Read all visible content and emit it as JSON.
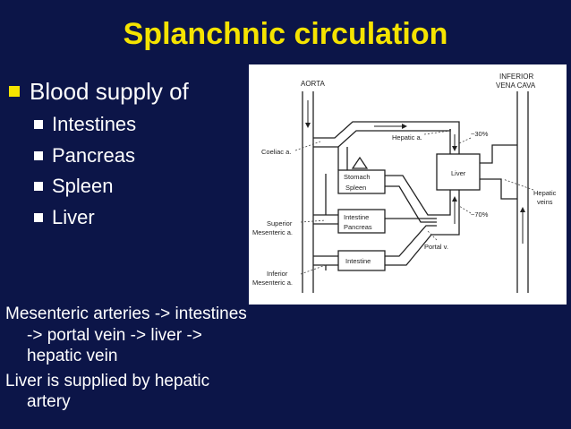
{
  "slide": {
    "title": "Splanchnic circulation",
    "bullet_main": "Blood supply of",
    "sub_bullets": [
      "Intestines",
      "Pancreas",
      "Spleen",
      "Liver"
    ],
    "notes": [
      "Mesenteric arteries -> intestines -> portal vein -> liver -> hepatic vein",
      "Liver is supplied by hepatic artery"
    ]
  },
  "diagram": {
    "aorta": "AORTA",
    "ivc_line1": "INFERIOR",
    "ivc_line2": "VENA CAVA",
    "coeliac": "Coeliac a.",
    "hepatic_a": "Hepatic a.",
    "pct_30": "~30%",
    "pct_70": "~70%",
    "stomach": "Stomach",
    "spleen": "Spleen",
    "liver": "Liver",
    "hepatic_veins_1": "Hepatic",
    "hepatic_veins_2": "veins",
    "intestine_pancreas_1": "Intestine",
    "intestine_pancreas_2": "Pancreas",
    "superior_1": "Superior",
    "superior_2": "Mesenteric a.",
    "portal_v": "Portal v.",
    "inferior_1": "Inferior",
    "inferior_2": "Mesenteric a.",
    "intestine": "Intestine"
  }
}
